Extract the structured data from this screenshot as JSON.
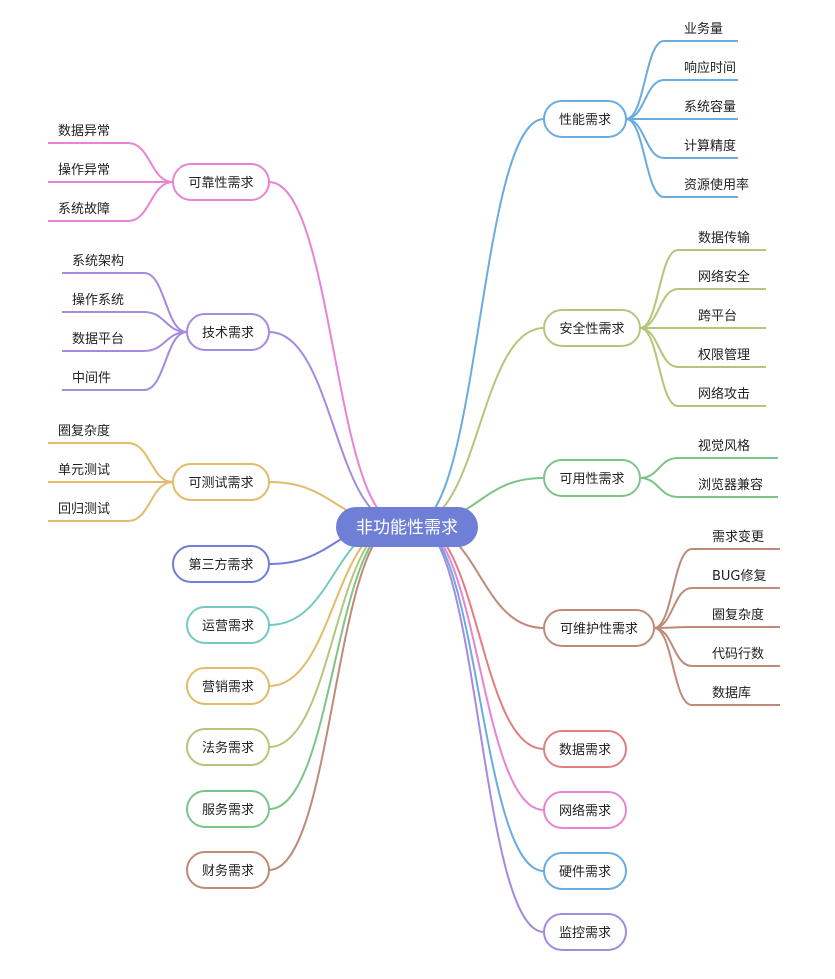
{
  "root": {
    "label": "非功能性需求",
    "color": "#6f7fd6"
  },
  "right_branches": [
    {
      "label": "性能需求",
      "color": "#6aacdf",
      "children": [
        "业务量",
        "响应时间",
        "系统容量",
        "计算精度",
        "资源使用率"
      ]
    },
    {
      "label": "安全性需求",
      "color": "#b3c77a",
      "children": [
        "数据传输",
        "网络安全",
        "跨平台",
        "权限管理",
        "网络攻击"
      ]
    },
    {
      "label": "可用性需求",
      "color": "#7dc48a",
      "children": [
        "视觉风格",
        "浏览器兼容"
      ]
    },
    {
      "label": "可维护性需求",
      "color": "#c08a78",
      "children": [
        "需求变更",
        "BUG修复",
        "圈复杂度",
        "代码行数",
        "数据库"
      ]
    },
    {
      "label": "数据需求",
      "color": "#e07f7f",
      "children": []
    },
    {
      "label": "网络需求",
      "color": "#e884d6",
      "children": []
    },
    {
      "label": "硬件需求",
      "color": "#6aacdf",
      "children": []
    },
    {
      "label": "监控需求",
      "color": "#a48be0",
      "children": []
    }
  ],
  "left_branches": [
    {
      "label": "可靠性需求",
      "color": "#e884d6",
      "children": [
        "数据异常",
        "操作异常",
        "系统故障"
      ]
    },
    {
      "label": "技术需求",
      "color": "#a48be0",
      "children": [
        "系统架构",
        "操作系统",
        "数据平台",
        "中间件"
      ]
    },
    {
      "label": "可测试需求",
      "color": "#e3bb6c",
      "children": [
        "圈复杂度",
        "单元测试",
        "回归测试"
      ]
    },
    {
      "label": "第三方需求",
      "color": "#6f7fd6",
      "children": []
    },
    {
      "label": "运营需求",
      "color": "#74c9c4",
      "children": []
    },
    {
      "label": "营销需求",
      "color": "#e3bb6c",
      "children": []
    },
    {
      "label": "法务需求",
      "color": "#b3c77a",
      "children": []
    },
    {
      "label": "服务需求",
      "color": "#7dc48a",
      "children": []
    },
    {
      "label": "财务需求",
      "color": "#c08a78",
      "children": []
    }
  ]
}
